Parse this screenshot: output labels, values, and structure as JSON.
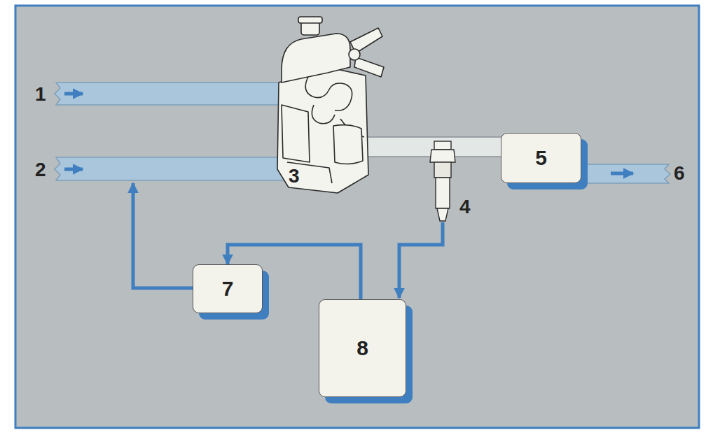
{
  "diagram": {
    "nodes": [
      {
        "text": [
          "5"
        ]
      },
      {
        "text": [
          "7"
        ]
      },
      {
        "text": [
          "8"
        ]
      }
    ],
    "edges": [
      {
        "from": 2,
        "to": 1,
        "arrow": "to"
      }
    ],
    "labels": [
      "1",
      "2",
      "3",
      "4",
      "6"
    ]
  }
}
